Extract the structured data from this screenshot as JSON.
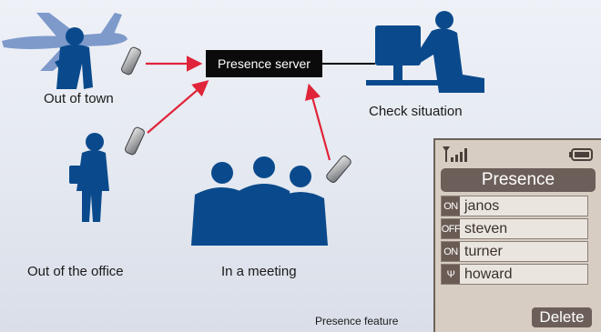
{
  "diagram": {
    "server_label": "Presence server",
    "labels": {
      "out_of_town": "Out of town",
      "check_situation": "Check situation",
      "out_of_office": "Out of the office",
      "in_meeting": "In a meeting"
    },
    "caption": "Presence feature",
    "colors": {
      "figure": "#0a4a8c",
      "arrow": "#e0243a",
      "server_bg": "#0b0b0b"
    }
  },
  "phone_screen": {
    "status_icons": [
      "signal-icon",
      "battery-icon"
    ],
    "title": "Presence",
    "contacts": [
      {
        "badge": "ON",
        "name": "janos"
      },
      {
        "badge": "OFF",
        "name": "steven"
      },
      {
        "badge": "ON",
        "name": "turner"
      },
      {
        "badge": "Ψ",
        "name": "howard"
      }
    ],
    "delete_label": "Delete",
    "colors": {
      "panel": "#d7cdc2",
      "header": "#6c5f59"
    }
  }
}
